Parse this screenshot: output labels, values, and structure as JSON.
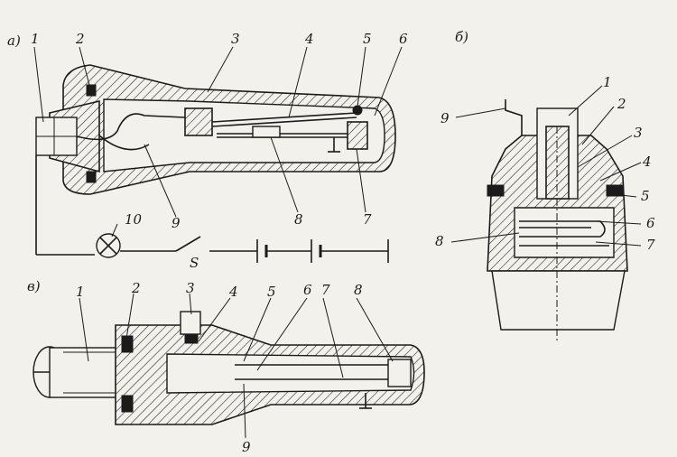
{
  "diagram": {
    "panel_labels": {
      "a": "а)",
      "b": "б)",
      "v": "в)"
    },
    "panel_a_callouts": [
      "1",
      "2",
      "3",
      "4",
      "5",
      "6",
      "9",
      "8",
      "7",
      "10"
    ],
    "switch_label": "S",
    "panel_b_callouts": [
      "1",
      "2",
      "3",
      "4",
      "5",
      "6",
      "7",
      "8",
      "9"
    ],
    "panel_v_callouts": [
      "1",
      "2",
      "3",
      "4",
      "5",
      "6",
      "7",
      "8",
      "9"
    ]
  }
}
